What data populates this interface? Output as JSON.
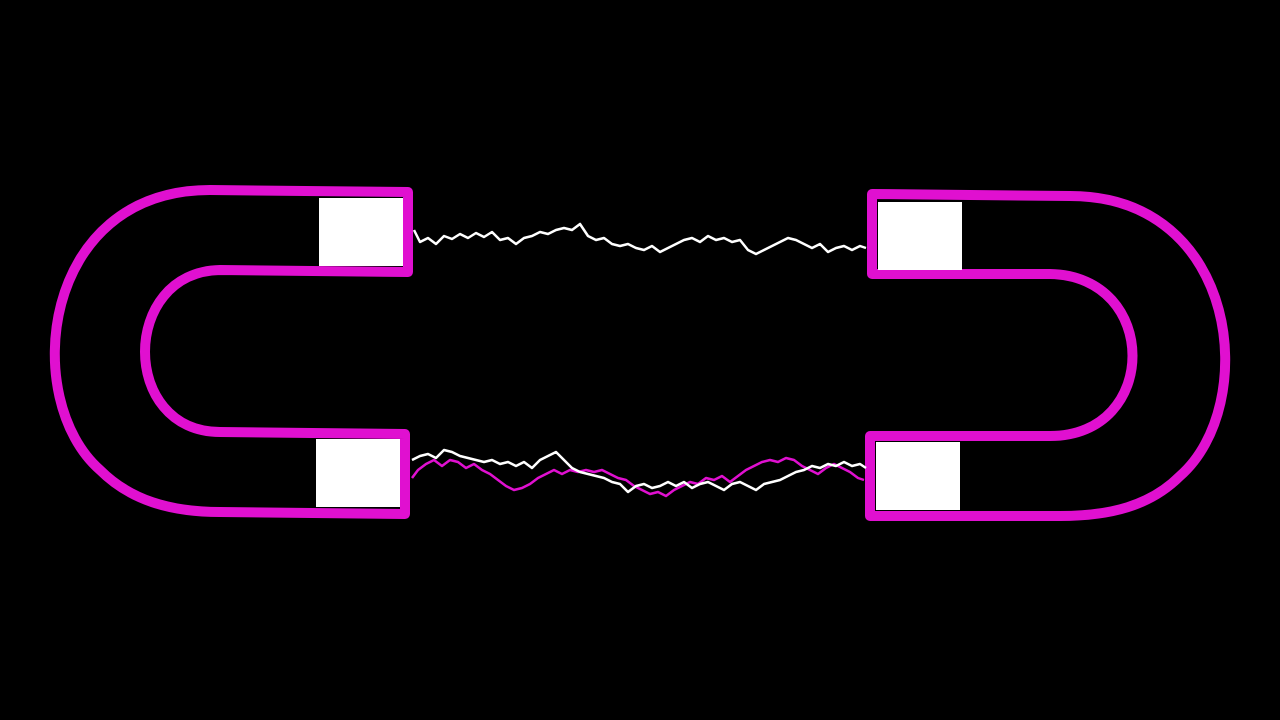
{
  "scene": {
    "background_color": "#000000",
    "magnet_color": "#e010d0",
    "pole_color": "#ffffff",
    "top_arc_color": "#ffffff",
    "bottom_arc_colors": [
      "#e010d0",
      "#ffffff"
    ],
    "magnets": [
      {
        "name": "left-horseshoe-magnet-icon",
        "opening": "right"
      },
      {
        "name": "right-horseshoe-magnet-icon",
        "opening": "left"
      }
    ],
    "field_arcs": [
      {
        "name": "top-lightning-arc",
        "color": "#ffffff"
      },
      {
        "name": "bottom-lightning-arc-magenta",
        "color": "#e010d0"
      },
      {
        "name": "bottom-lightning-arc-white",
        "color": "#ffffff"
      }
    ]
  }
}
